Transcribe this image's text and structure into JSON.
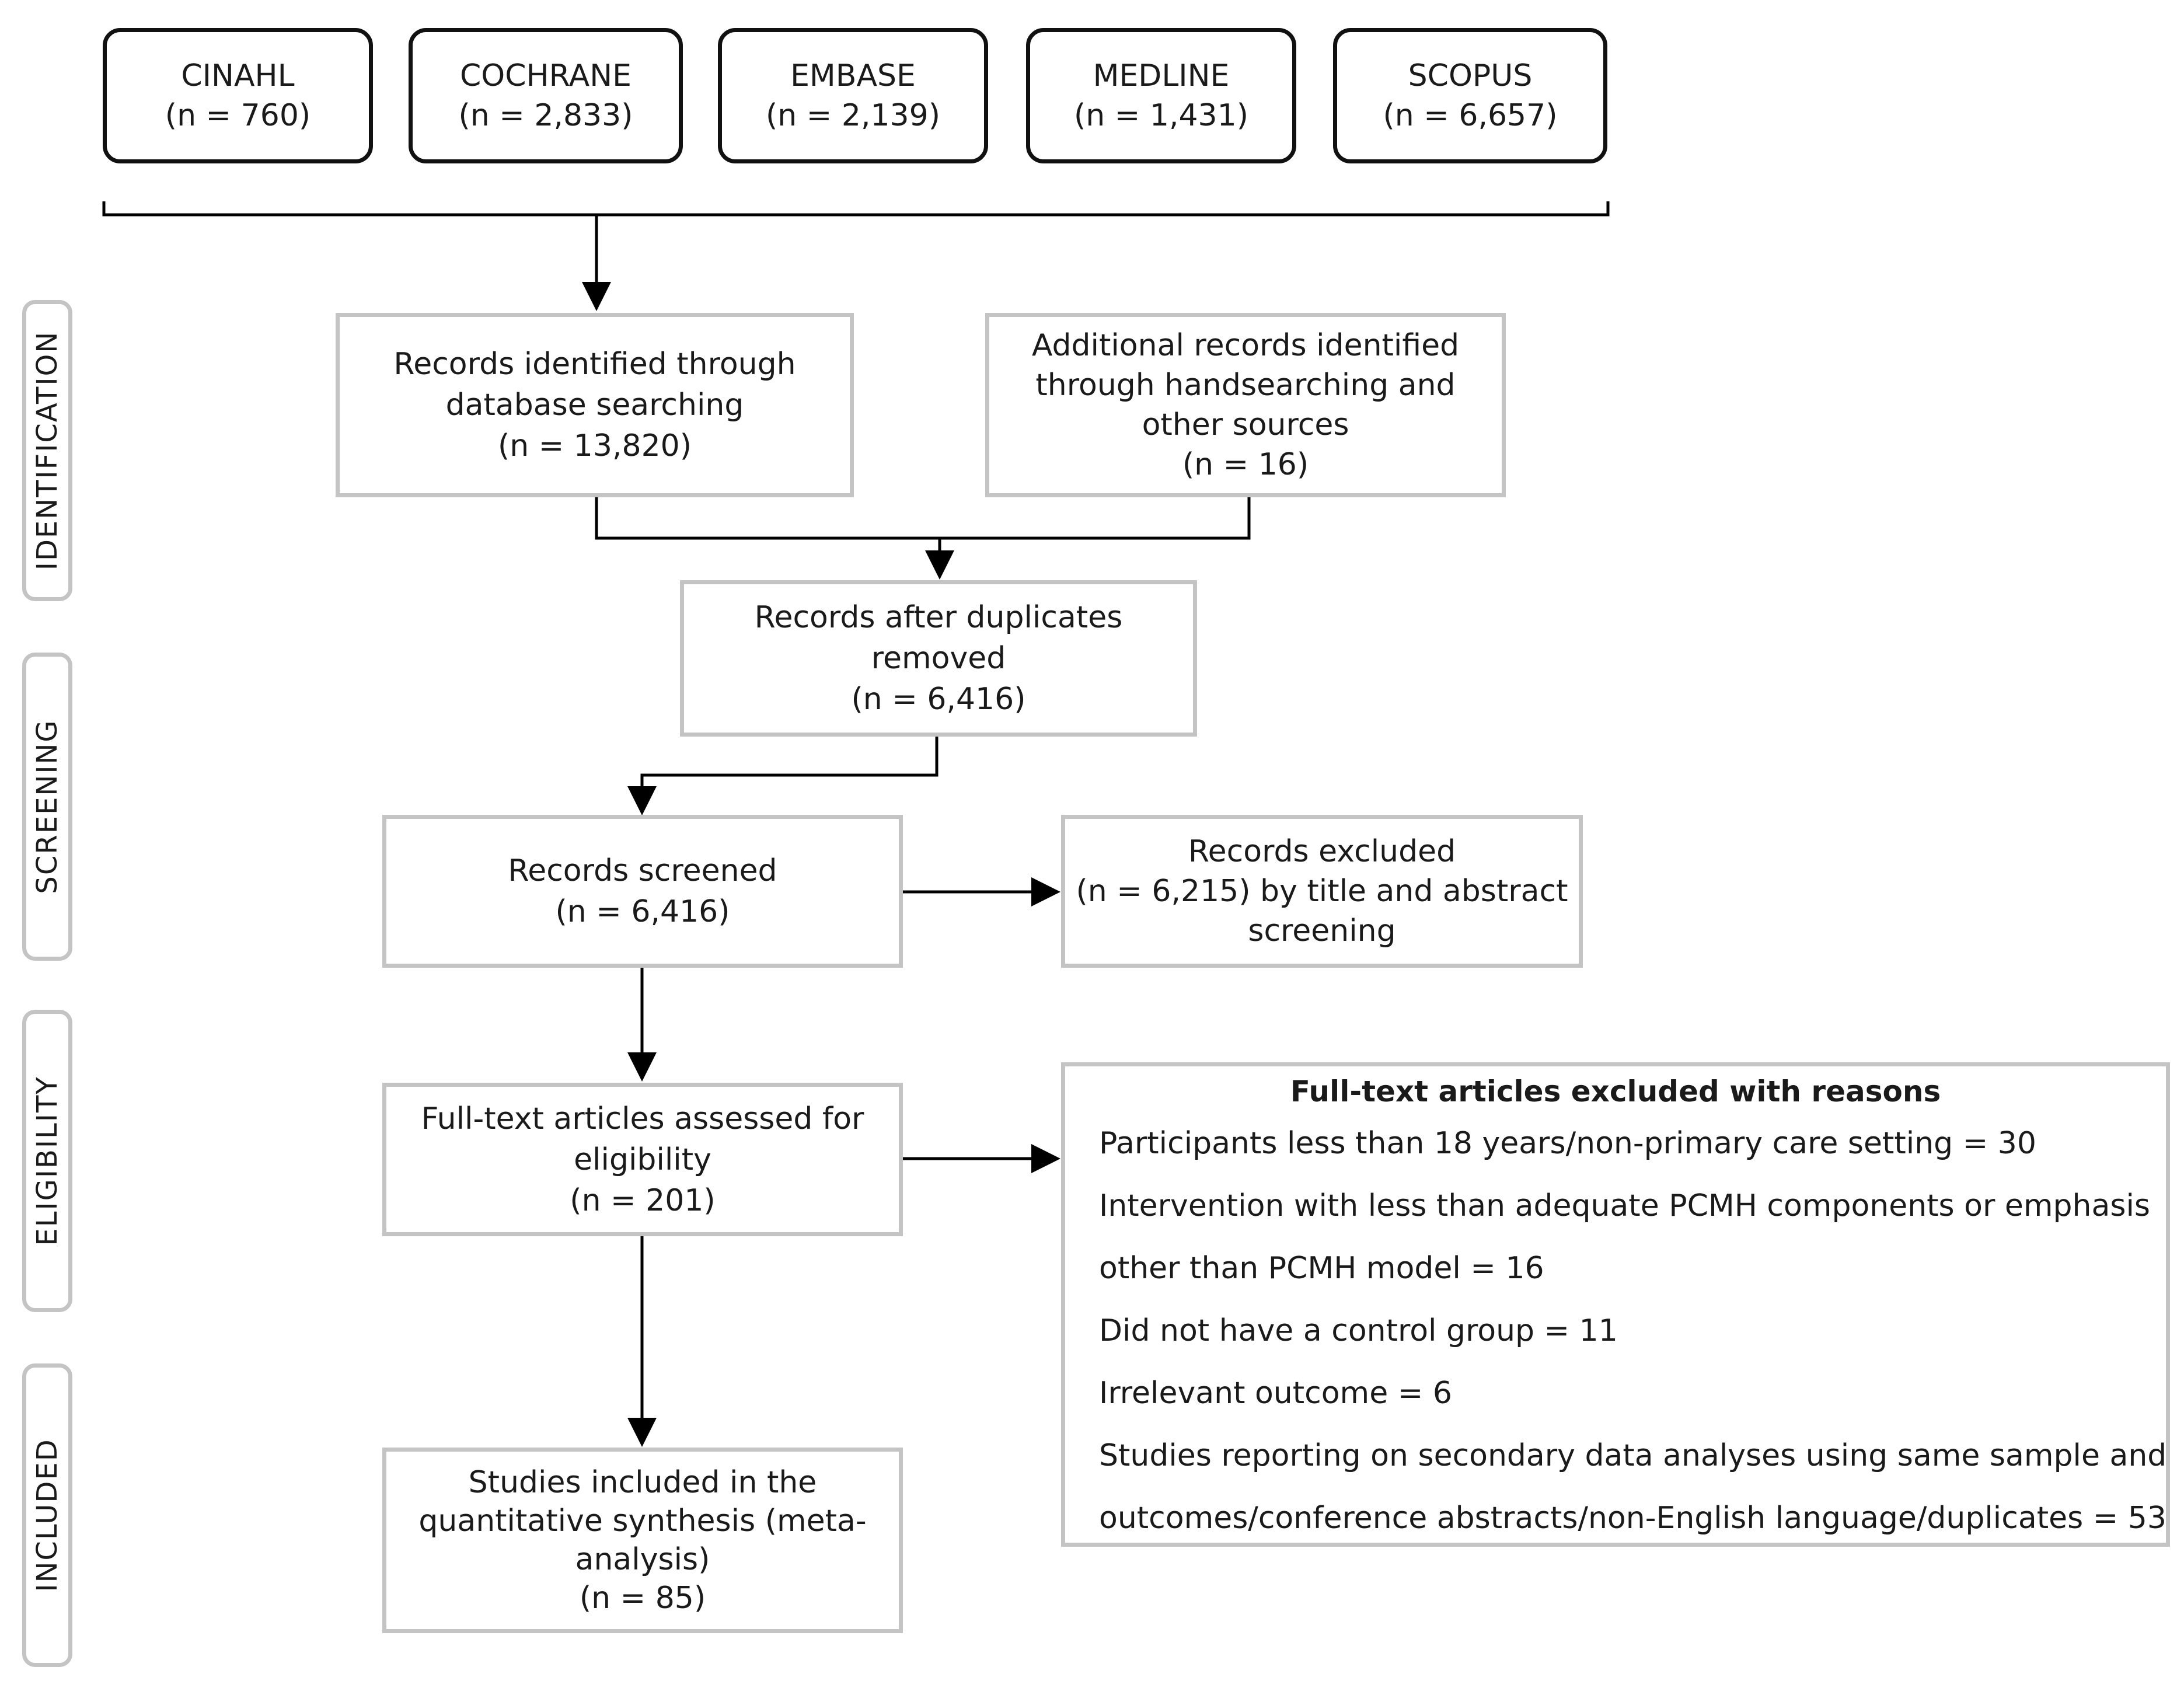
{
  "databases": [
    {
      "name": "CINAHL",
      "count": "(n = 760)"
    },
    {
      "name": "COCHRANE",
      "count": "(n = 2,833)"
    },
    {
      "name": "EMBASE",
      "count": "(n = 2,139)"
    },
    {
      "name": "MEDLINE",
      "count": "(n = 1,431)"
    },
    {
      "name": "SCOPUS",
      "count": "(n = 6,657)"
    }
  ],
  "stages": [
    "IDENTIFICATION",
    "SCREENING",
    "ELIGIBILITY",
    "INCLUDED"
  ],
  "boxes": {
    "records_identified": {
      "lines": [
        "Records identified through",
        "database searching",
        "(n = 13,820)"
      ]
    },
    "additional_records": {
      "lines": [
        "Additional records identified",
        "through handsearching and",
        "other sources",
        "(n = 16)"
      ]
    },
    "after_duplicates": {
      "lines": [
        "Records after duplicates",
        "removed",
        "(n = 6,416)"
      ]
    },
    "screened": {
      "lines": [
        "Records screened",
        "(n = 6,416)"
      ]
    },
    "excluded": {
      "lines": [
        "Records excluded",
        "(n = 6,215) by title and abstract",
        "screening"
      ]
    },
    "fulltext_assessed": {
      "lines": [
        "Full-text articles assessed for",
        "eligibility",
        "(n = 201)"
      ]
    },
    "included": {
      "lines": [
        "Studies included in the",
        "quantitative synthesis (meta-",
        "analysis)",
        "(n = 85)"
      ]
    }
  },
  "exclusion_reasons": {
    "title": "Full-text articles excluded with reasons",
    "lines": [
      "Participants less than 18 years/non-primary care setting = 30",
      "Intervention with less than adequate PCMH components or emphasis",
      "other than PCMH model = 16",
      "Did not have a control group = 11",
      "Irrelevant outcome = 6",
      "Studies reporting on secondary data analyses using same sample and",
      "outcomes/conference abstracts/non-English language/duplicates = 53"
    ]
  },
  "colors": {
    "line": "#000000",
    "db_border": "#111111",
    "box_border": "#c4c4c4",
    "text": "#1a1a1a"
  }
}
